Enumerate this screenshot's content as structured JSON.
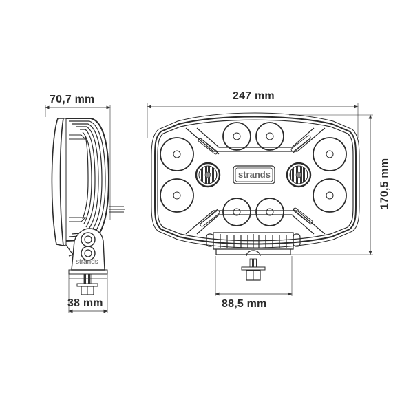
{
  "diagram": {
    "type": "product-dimension-drawing",
    "brand_mark": "strands",
    "side_view": {
      "depth_label": "70,7 mm",
      "bracket_width_label": "38 mm",
      "bracket_logo": "strands"
    },
    "front_view": {
      "width_label": "247 mm",
      "height_label": "170,5 mm",
      "mount_width_label": "88,5 mm",
      "center_badge": "strands",
      "led_count": 8,
      "position_light_count": 2
    },
    "colors": {
      "line": "#2b2b2b",
      "background": "#ffffff",
      "dim_line": "#555555"
    }
  }
}
